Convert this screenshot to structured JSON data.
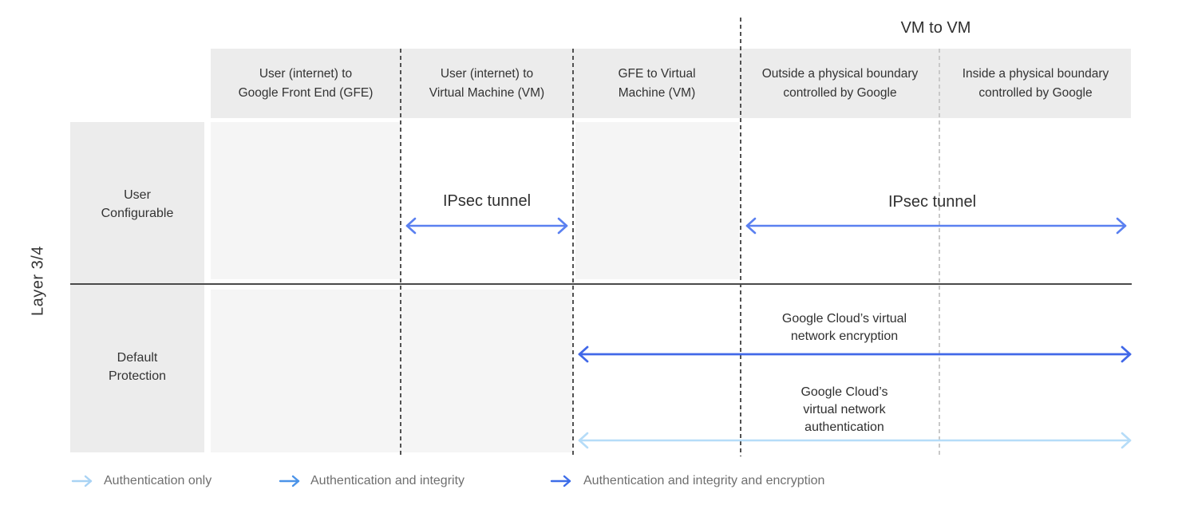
{
  "group_header": "VM to VM",
  "layer_label": "Layer 3/4",
  "columns": [
    {
      "lines": [
        "User (internet) to",
        "Google Front End (GFE)"
      ]
    },
    {
      "lines": [
        "User (internet) to",
        "Virtual Machine (VM)"
      ]
    },
    {
      "lines": [
        "GFE to Virtual",
        "Machine (VM)"
      ]
    },
    {
      "lines": [
        "Outside a physical boundary",
        "controlled by Google"
      ]
    },
    {
      "lines": [
        "Inside a physical boundary",
        "controlled by Google"
      ]
    }
  ],
  "rows": [
    {
      "lines": [
        "User",
        "Configurable"
      ]
    },
    {
      "lines": [
        "Default",
        "Protection"
      ]
    }
  ],
  "annotations": {
    "ipsec_user_vm": "IPsec tunnel",
    "ipsec_vm_vm": "IPsec tunnel",
    "encryption": {
      "lines": [
        "Google Cloud’s virtual",
        "network encryption"
      ]
    },
    "authentication": {
      "lines": [
        "Google Cloud’s",
        "virtual network",
        "authentication"
      ]
    }
  },
  "legend": [
    {
      "label": "Authentication only",
      "color": "#a9d3f4"
    },
    {
      "label": "Authentication and integrity",
      "color": "#4b93e8"
    },
    {
      "label": "Authentication and integrity and encryption",
      "color": "#3d6de8"
    }
  ],
  "colors": {
    "ipsec_arrow": "#5a80f0",
    "encryption_arrow": "#4168e8",
    "authentication_arrow": "#b5dcf8"
  }
}
